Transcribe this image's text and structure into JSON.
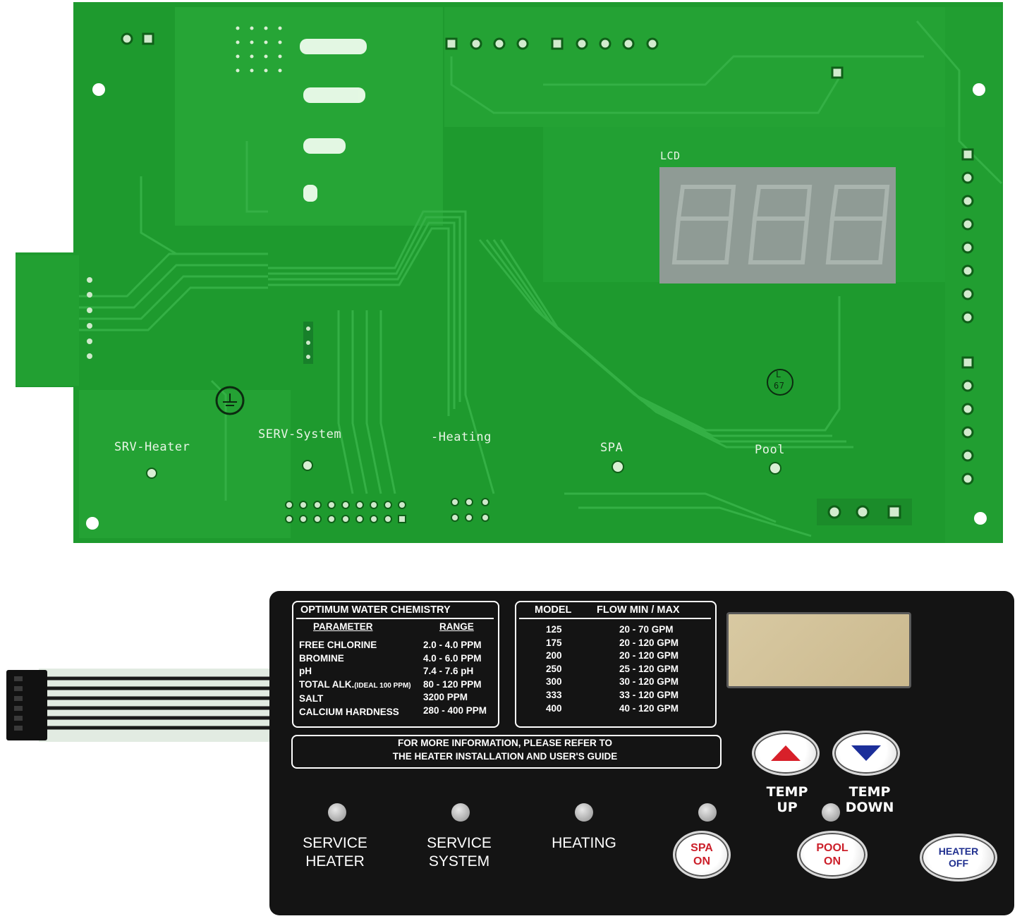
{
  "pcb": {
    "silkscreen": {
      "lcd": "LCD",
      "srv_heater": "SRV-Heater",
      "serv_system": "SERV-System",
      "heating": "-Heating",
      "spa": "SPA",
      "pool": "Pool",
      "mark_l": "L",
      "mark_67": "67"
    },
    "display_digits": "888",
    "colors": {
      "board": "#1f9a2f",
      "trace": "#2cab3a",
      "display": "#8e9a94"
    }
  },
  "keypad": {
    "chemistry": {
      "title": "OPTIMUM WATER CHEMISTRY",
      "header_param": "PARAMETER",
      "header_range": "RANGE",
      "rows": [
        {
          "param": "FREE CHLORINE",
          "range": "2.0 - 4.0 PPM"
        },
        {
          "param": "BROMINE",
          "range": "4.0 - 6.0 PPM"
        },
        {
          "param": "pH",
          "range": "7.4 - 7.6 pH"
        },
        {
          "param": "TOTAL ALK.",
          "param_note": "(IDEAL 100 PPM)",
          "range": "80 - 120 PPM"
        },
        {
          "param": "SALT",
          "range": "3200 PPM"
        },
        {
          "param": "CALCIUM HARDNESS",
          "range": "280 - 400 PPM"
        }
      ]
    },
    "flow": {
      "header_model": "MODEL",
      "header_flow": "FLOW MIN / MAX",
      "rows": [
        {
          "model": "125",
          "flow": "20 - 70 GPM"
        },
        {
          "model": "175",
          "flow": "20 - 120 GPM"
        },
        {
          "model": "200",
          "flow": "20 - 120 GPM"
        },
        {
          "model": "250",
          "flow": "25 - 120 GPM"
        },
        {
          "model": "300",
          "flow": "30 - 120 GPM"
        },
        {
          "model": "333",
          "flow": "33 - 120 GPM"
        },
        {
          "model": "400",
          "flow": "40 - 120 GPM"
        }
      ]
    },
    "info_line1": "FOR MORE INFORMATION, PLEASE REFER TO",
    "info_line2": "THE HEATER INSTALLATION AND USER'S GUIDE",
    "indicators": {
      "service_heater": [
        "SERVICE",
        "HEATER"
      ],
      "service_system": [
        "SERVICE",
        "SYSTEM"
      ],
      "heating": "HEATING"
    },
    "buttons": {
      "temp_up": [
        "TEMP",
        "UP"
      ],
      "temp_down": [
        "TEMP",
        "DOWN"
      ],
      "spa_on": [
        "SPA",
        "ON"
      ],
      "pool_on": [
        "POOL",
        "ON"
      ],
      "heater_off": [
        "HEATER",
        "OFF"
      ]
    },
    "colors": {
      "panel": "#141414",
      "up_arrow": "#d8202a",
      "down_arrow": "#1c2f9a",
      "red_text": "#cc1f2a",
      "blue_text": "#1f2f8f"
    }
  }
}
